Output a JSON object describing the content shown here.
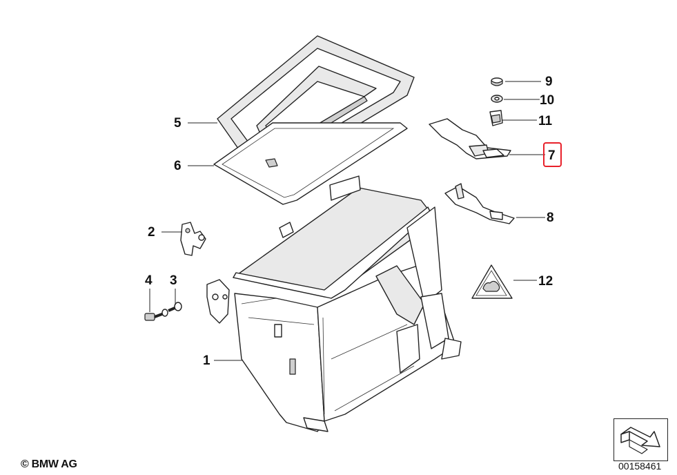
{
  "callouts": [
    {
      "id": "1",
      "label": "1",
      "highlighted": false
    },
    {
      "id": "2",
      "label": "2",
      "highlighted": false
    },
    {
      "id": "3",
      "label": "3",
      "highlighted": false
    },
    {
      "id": "4",
      "label": "4",
      "highlighted": false
    },
    {
      "id": "5",
      "label": "5",
      "highlighted": false
    },
    {
      "id": "6",
      "label": "6",
      "highlighted": false
    },
    {
      "id": "7",
      "label": "7",
      "highlighted": true
    },
    {
      "id": "8",
      "label": "8",
      "highlighted": false
    },
    {
      "id": "9",
      "label": "9",
      "highlighted": false
    },
    {
      "id": "10",
      "label": "10",
      "highlighted": false
    },
    {
      "id": "11",
      "label": "11",
      "highlighted": false
    },
    {
      "id": "12",
      "label": "12",
      "highlighted": false
    }
  ],
  "highlight_color": "#e8202a",
  "footer": {
    "copyright": "© BMW AG",
    "diagram_code": "00158461"
  },
  "nav_icon": "next-diagram-arrow-icon"
}
